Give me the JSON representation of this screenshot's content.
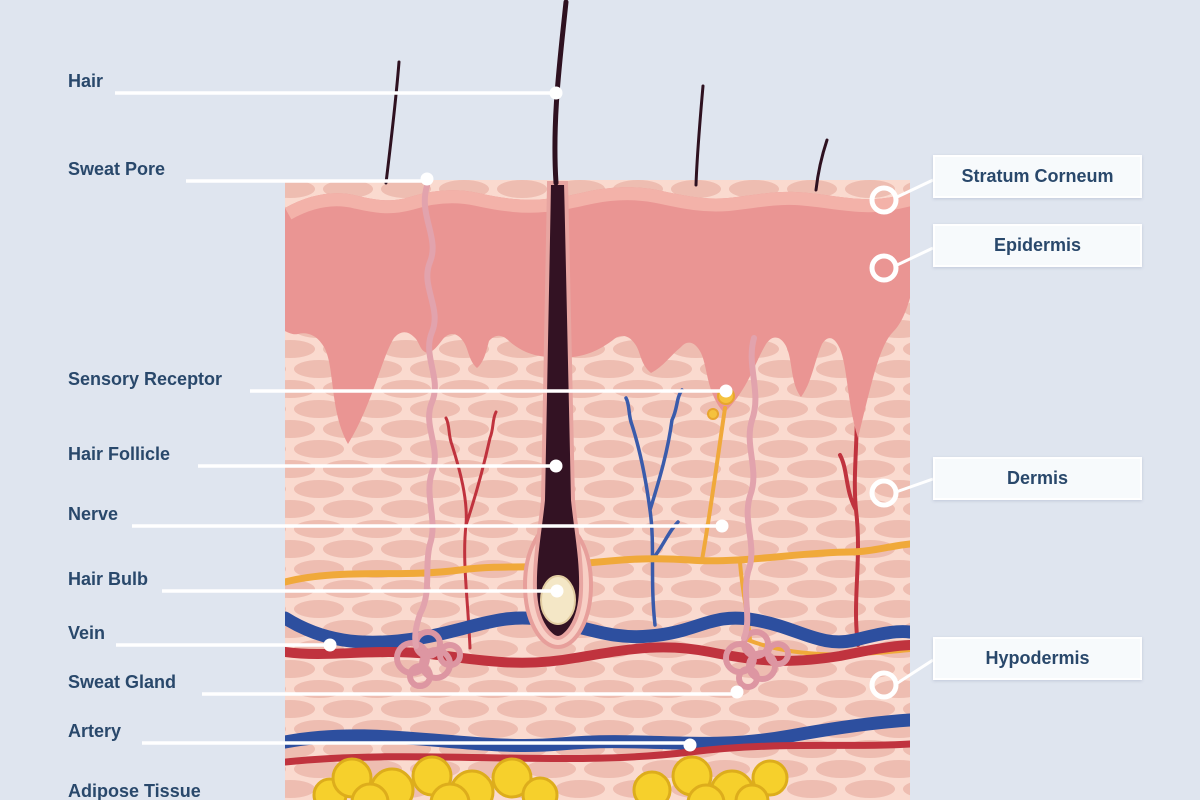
{
  "title": "Human skin anatomy diagram",
  "colors": {
    "background": "#dfe5ef",
    "label_text": "#29486b",
    "leader": "#ffffff",
    "epidermis": "#ea9593",
    "stratum_band": "#f3b2a9",
    "dermis_bg": "#fadacf",
    "dermis_cell": "#eebdb1",
    "hair": "#2e1120",
    "artery": "#c0333e",
    "vein": "#2d4f9f",
    "nerve": "#f0a93a",
    "sweat_gland": "#dd96a2",
    "adipose": "#f6d02c",
    "hair_bulb": "#f4e7c6"
  },
  "left_labels": [
    {
      "label": "Hair"
    },
    {
      "label": "Sweat Pore"
    },
    {
      "label": "Sensory Receptor"
    },
    {
      "label": "Hair Follicle"
    },
    {
      "label": "Nerve"
    },
    {
      "label": "Hair Bulb"
    },
    {
      "label": "Vein"
    },
    {
      "label": "Sweat Gland"
    },
    {
      "label": "Artery"
    },
    {
      "label": "Adipose Tissue"
    }
  ],
  "right_labels": [
    {
      "label": "Stratum Corneum"
    },
    {
      "label": "Epidermis"
    },
    {
      "label": "Dermis"
    },
    {
      "label": "Hypodermis"
    }
  ]
}
